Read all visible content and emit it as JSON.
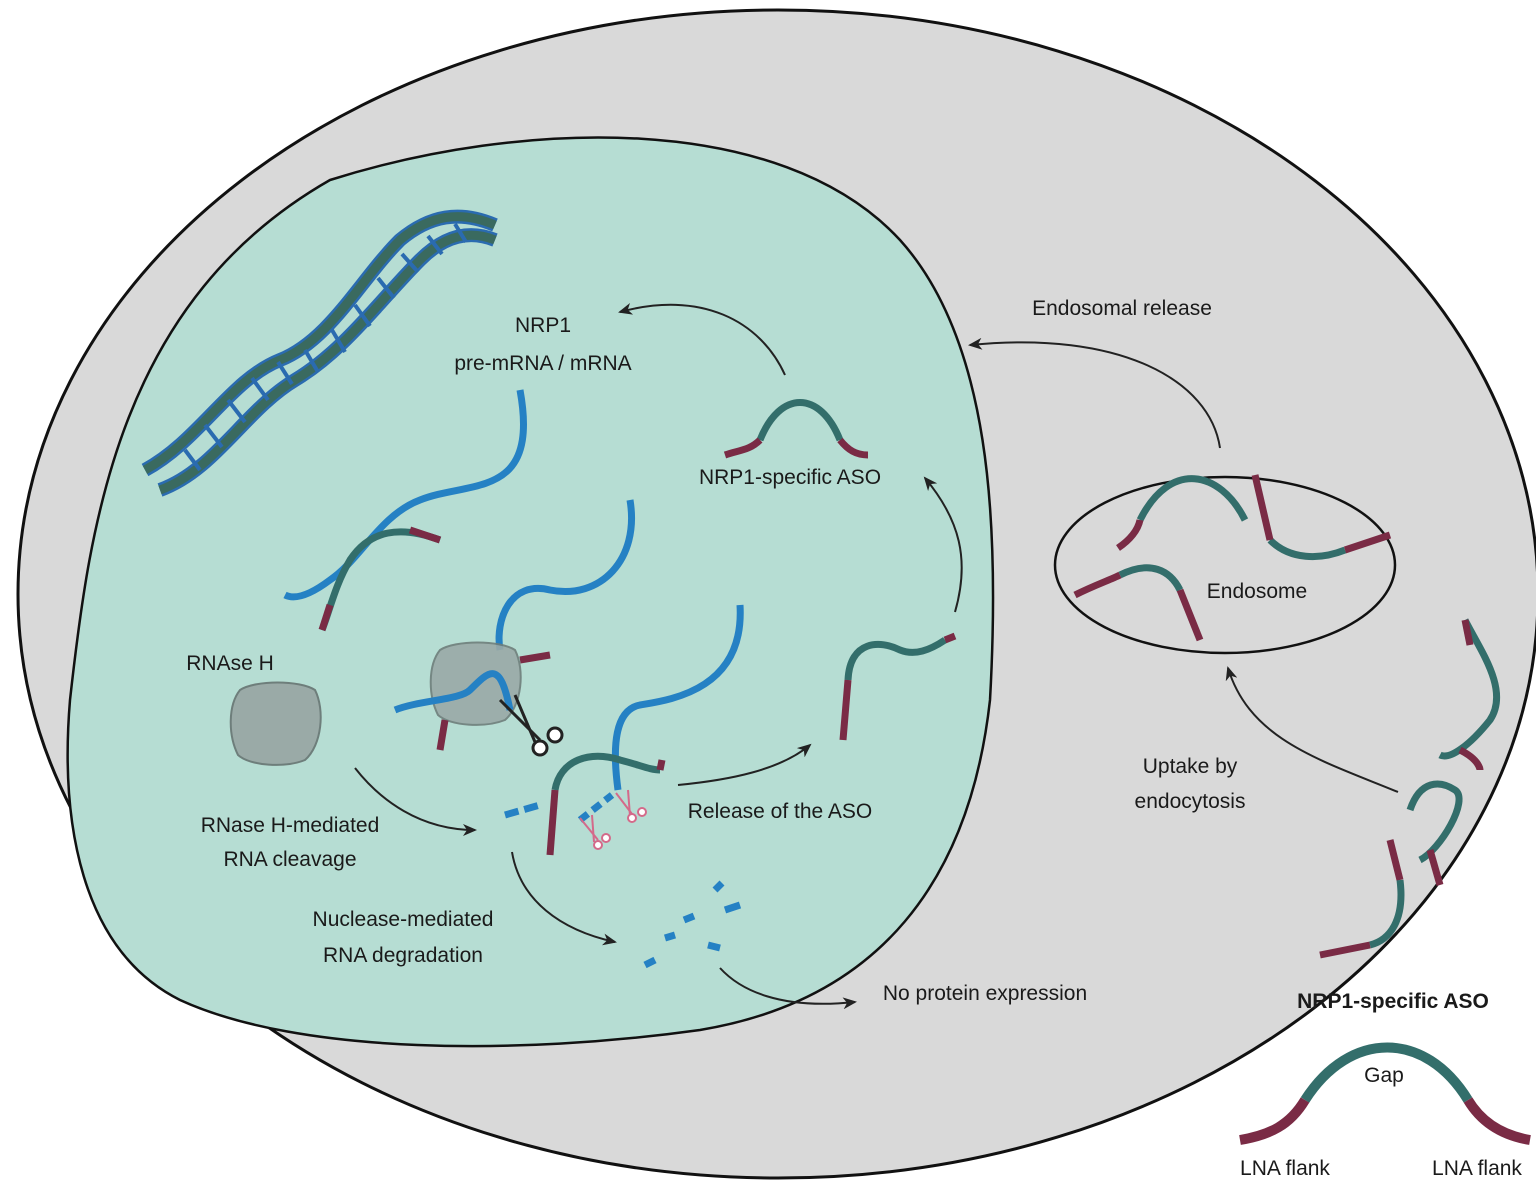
{
  "labels": {
    "nrp1_line1": "NRP1",
    "nrp1_line2": "pre-mRNA / mRNA",
    "aso_inside": "NRP1-specific ASO",
    "rnase_h": "RNAse H",
    "cleavage_line1": "RNase H-mediated",
    "cleavage_line2": "RNA cleavage",
    "degradation_line1": "Nuclease-mediated",
    "degradation_line2": "RNA degradation",
    "release_aso": "Release of the ASO",
    "no_protein": "No protein expression",
    "endosomal_release": "Endosomal release",
    "endosome": "Endosome",
    "uptake_line1": "Uptake by",
    "uptake_line2": "endocytosis"
  },
  "legend": {
    "title": "NRP1-specific ASO",
    "gap": "Gap",
    "flank_left": "LNA flank",
    "flank_right": "LNA flank"
  },
  "colors": {
    "cell": "#d9d9d9",
    "nucleus": "#b6ddd3",
    "teal_gap": "#336e6b",
    "lna_flank": "#7a2b45",
    "mrna_blue": "#2581c4",
    "dna_fill": "#3a6a5f",
    "dna_outline": "#2a6bb0",
    "rnase": "#9aaaa7"
  }
}
